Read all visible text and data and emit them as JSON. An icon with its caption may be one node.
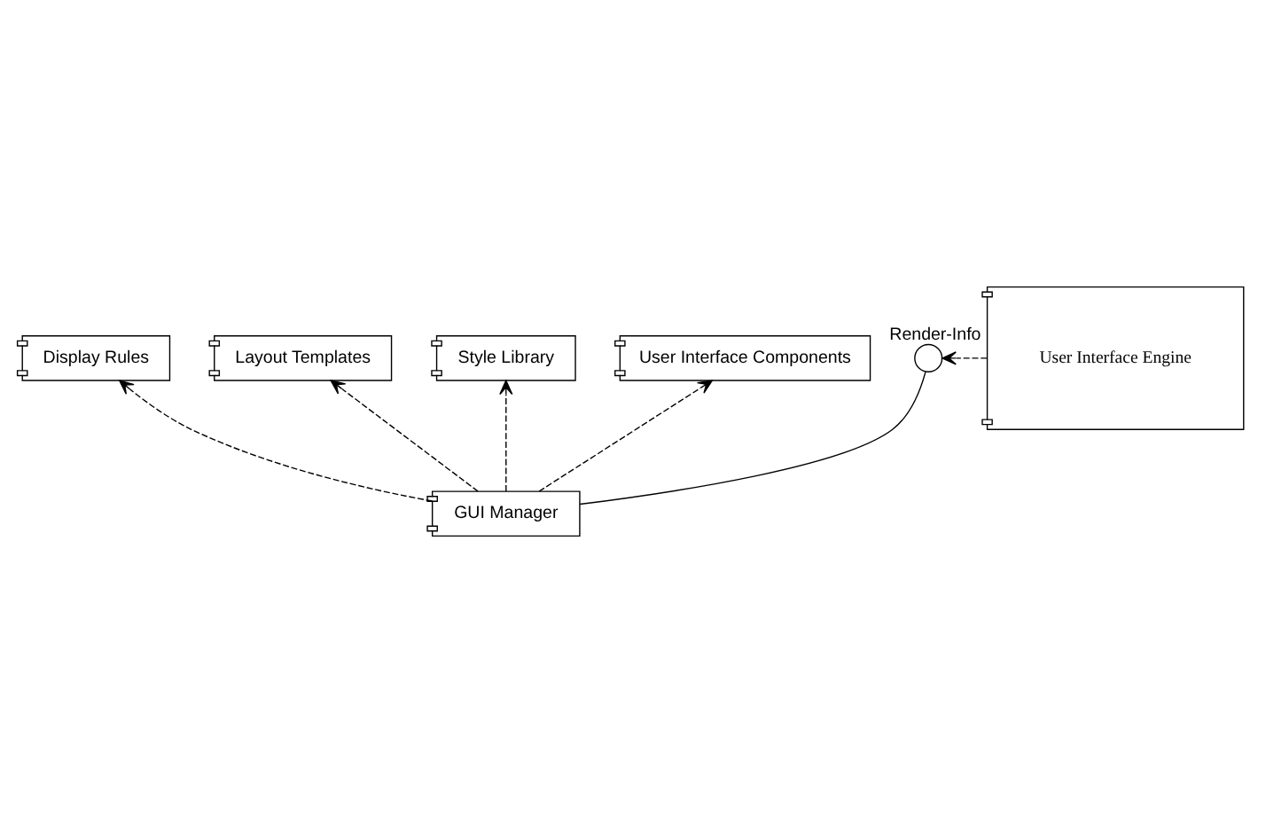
{
  "diagram": {
    "nodes": [
      {
        "text": [
          "Display Rules"
        ]
      },
      {
        "text": [
          "Layout Templates"
        ]
      },
      {
        "text": [
          "Style Library"
        ]
      },
      {
        "text": [
          "User Interface Components"
        ]
      },
      {
        "text": [
          "GUI Manager"
        ]
      },
      {
        "text": [
          "Render-Info"
        ]
      },
      {
        "text": [
          "User Interface Engine"
        ]
      }
    ],
    "edges": [
      {
        "from": 4,
        "to": 0,
        "arrow": "to",
        "style": "dashed"
      },
      {
        "from": 4,
        "to": 1,
        "arrow": "to",
        "style": "dashed"
      },
      {
        "from": 4,
        "to": 2,
        "arrow": "to",
        "style": "dashed"
      },
      {
        "from": 4,
        "to": 3,
        "arrow": "to",
        "style": "dashed"
      },
      {
        "from": 4,
        "to": 5,
        "arrow": "none"
      },
      {
        "from": 6,
        "to": 5,
        "arrow": "to",
        "style": "dashed"
      }
    ]
  }
}
